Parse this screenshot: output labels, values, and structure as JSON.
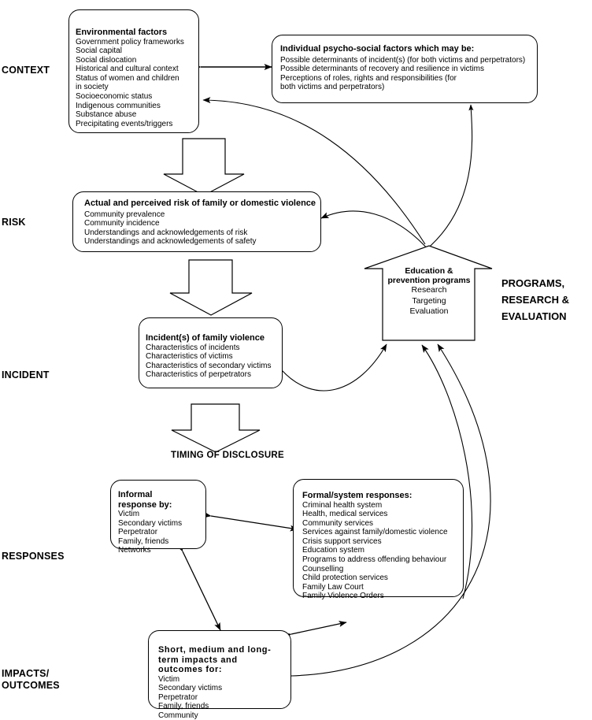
{
  "diagram": {
    "stage_labels": [
      {
        "id": "context",
        "text": "CONTEXT"
      },
      {
        "id": "risk",
        "text": "RISK"
      },
      {
        "id": "incident",
        "text": "INCIDENT"
      },
      {
        "id": "responses",
        "text": "RESPONSES"
      },
      {
        "id": "impacts",
        "text": "IMPACTS/\nOUTCOMES"
      }
    ],
    "programs_label": "PROGRAMS,\nRESEARCH &\nEVALUATION",
    "timing_label": "TIMING OF DISCLOSURE",
    "boxes": {
      "environmental": {
        "title": "Environmental factors",
        "items": [
          "Government policy frameworks",
          "Social capital",
          "Social dislocation",
          "Historical and cultural context",
          "Status of women and children in society",
          "Socioeconomic status",
          "Indigenous communities",
          "Substance abuse",
          "Precipitating events/triggers"
        ]
      },
      "psychosocial": {
        "title": "Individual psycho-social factors which may be:",
        "items": [
          "Possible determinants of incident(s) (for both victims and perpetrators)",
          "Possible determinants of recovery and resilience in victims",
          "Perceptions of roles, rights and responsibilities (for both victims and perpetrators)"
        ]
      },
      "risk": {
        "title": "Actual and perceived risk of family or domestic violence",
        "items": [
          "Community prevalence",
          "Community incidence",
          "Understandings and acknowledgements of risk",
          "Understandings and acknowledgements of safety"
        ]
      },
      "incident": {
        "title": "Incident(s) of family violence",
        "items": [
          "Characteristics of incidents",
          "Characteristics of victims",
          "Characteristics of secondary victims",
          "Characteristics of perpetrators"
        ]
      },
      "education": {
        "title": "Education &\nprevention programs",
        "items": [
          "Research",
          "Targeting",
          "Evaluation"
        ]
      },
      "informal": {
        "title": "Informal response by:",
        "items": [
          "Victim",
          "Secondary victims",
          "Perpetrator",
          "Family, friends",
          "Networks"
        ]
      },
      "formal": {
        "title": "Formal/system responses:",
        "items": [
          "Criminal health system",
          "Health, medical services",
          "Community services",
          "Services against family/domestic violence",
          "Crisis support services",
          "Education system",
          "Programs to address offending behaviour",
          "Counselling",
          "Child protection services",
          "Family Law Court",
          "Family Violence Orders"
        ]
      },
      "impacts": {
        "title": "Short, medium and long-term impacts and outcomes for:",
        "items": [
          "Victim",
          "Secondary victims",
          "Perpetrator",
          "Family, friends",
          "Community"
        ]
      }
    },
    "colors": {
      "line": "#000000",
      "background": "#ffffff",
      "text": "#000000"
    }
  }
}
